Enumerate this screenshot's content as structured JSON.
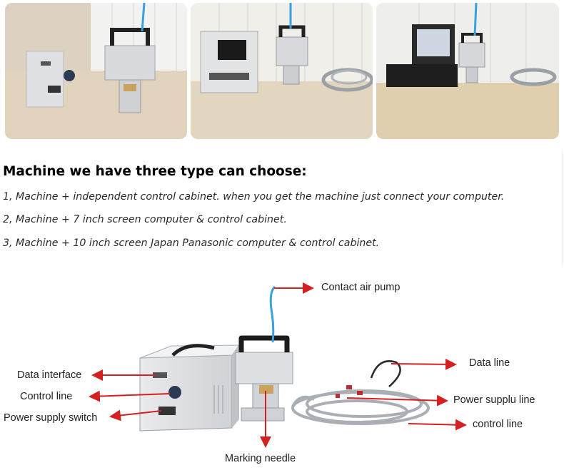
{
  "heading": "Machine we have three type can choose:",
  "options": [
    "1, Machine + independent control cabinet. when you get the machine just connect your computer.",
    "2, Machine + 7 inch screen computer & control cabinet.",
    "3, Machine + 10 inch screen Japan Panasonic computer & control cabinet."
  ],
  "photos": [
    {
      "subject": "marking machine with independent control cabinet"
    },
    {
      "subject": "marking machine with 7 inch screen computer"
    },
    {
      "subject": "marking machine with 10 inch Panasonic computer"
    }
  ],
  "diagram_labels": {
    "contact_air_pump": "Contact air pump",
    "data_interface": "Data interface",
    "control_line_left": "Control line",
    "power_supply_switch": "Power supply switch",
    "data_line": "Data line",
    "power_supply_line": "Power supplu line",
    "control_line_right": "control line",
    "marking_needle": "Marking needle"
  },
  "colors": {
    "arrow": "#d42020",
    "air_hose": "#3aa0e0"
  }
}
